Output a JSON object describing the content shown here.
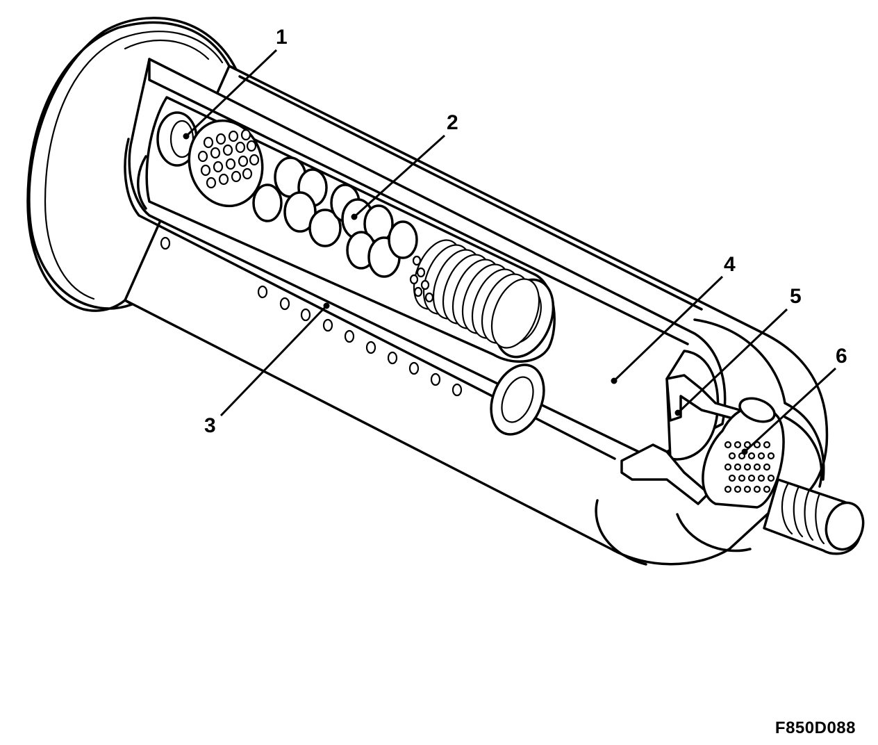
{
  "figure_code": "F850D088",
  "callouts": [
    {
      "label": "1"
    },
    {
      "label": "2"
    },
    {
      "label": "3"
    },
    {
      "label": "4"
    },
    {
      "label": "5"
    },
    {
      "label": "6"
    }
  ]
}
